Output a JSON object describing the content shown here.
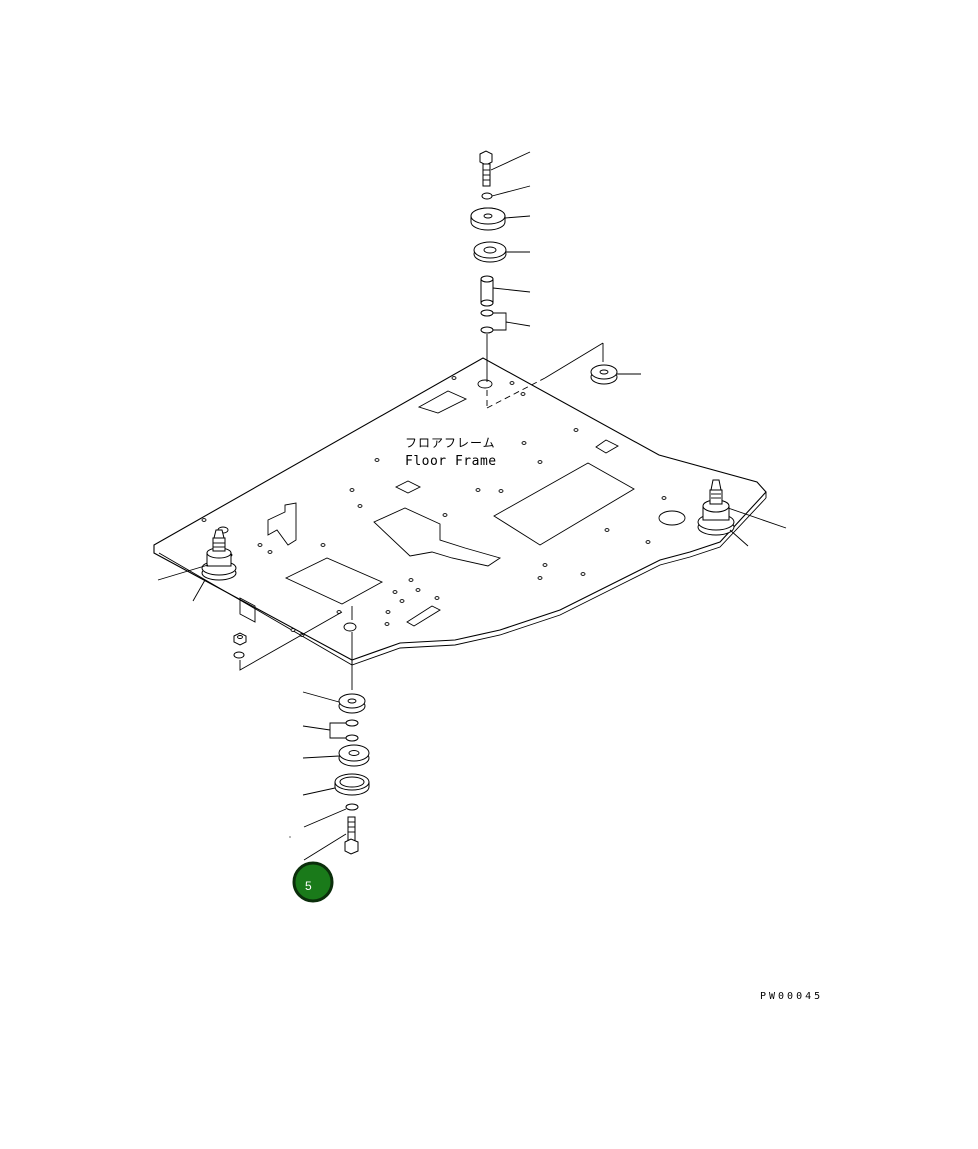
{
  "diagram": {
    "frame_label_jp": "フロアフレーム",
    "frame_label_en": "Floor Frame",
    "drawing_code": "PW00045"
  },
  "callout": {
    "number": "5",
    "color": "#1a7a1a",
    "ring_color": "#0b2e0b"
  }
}
